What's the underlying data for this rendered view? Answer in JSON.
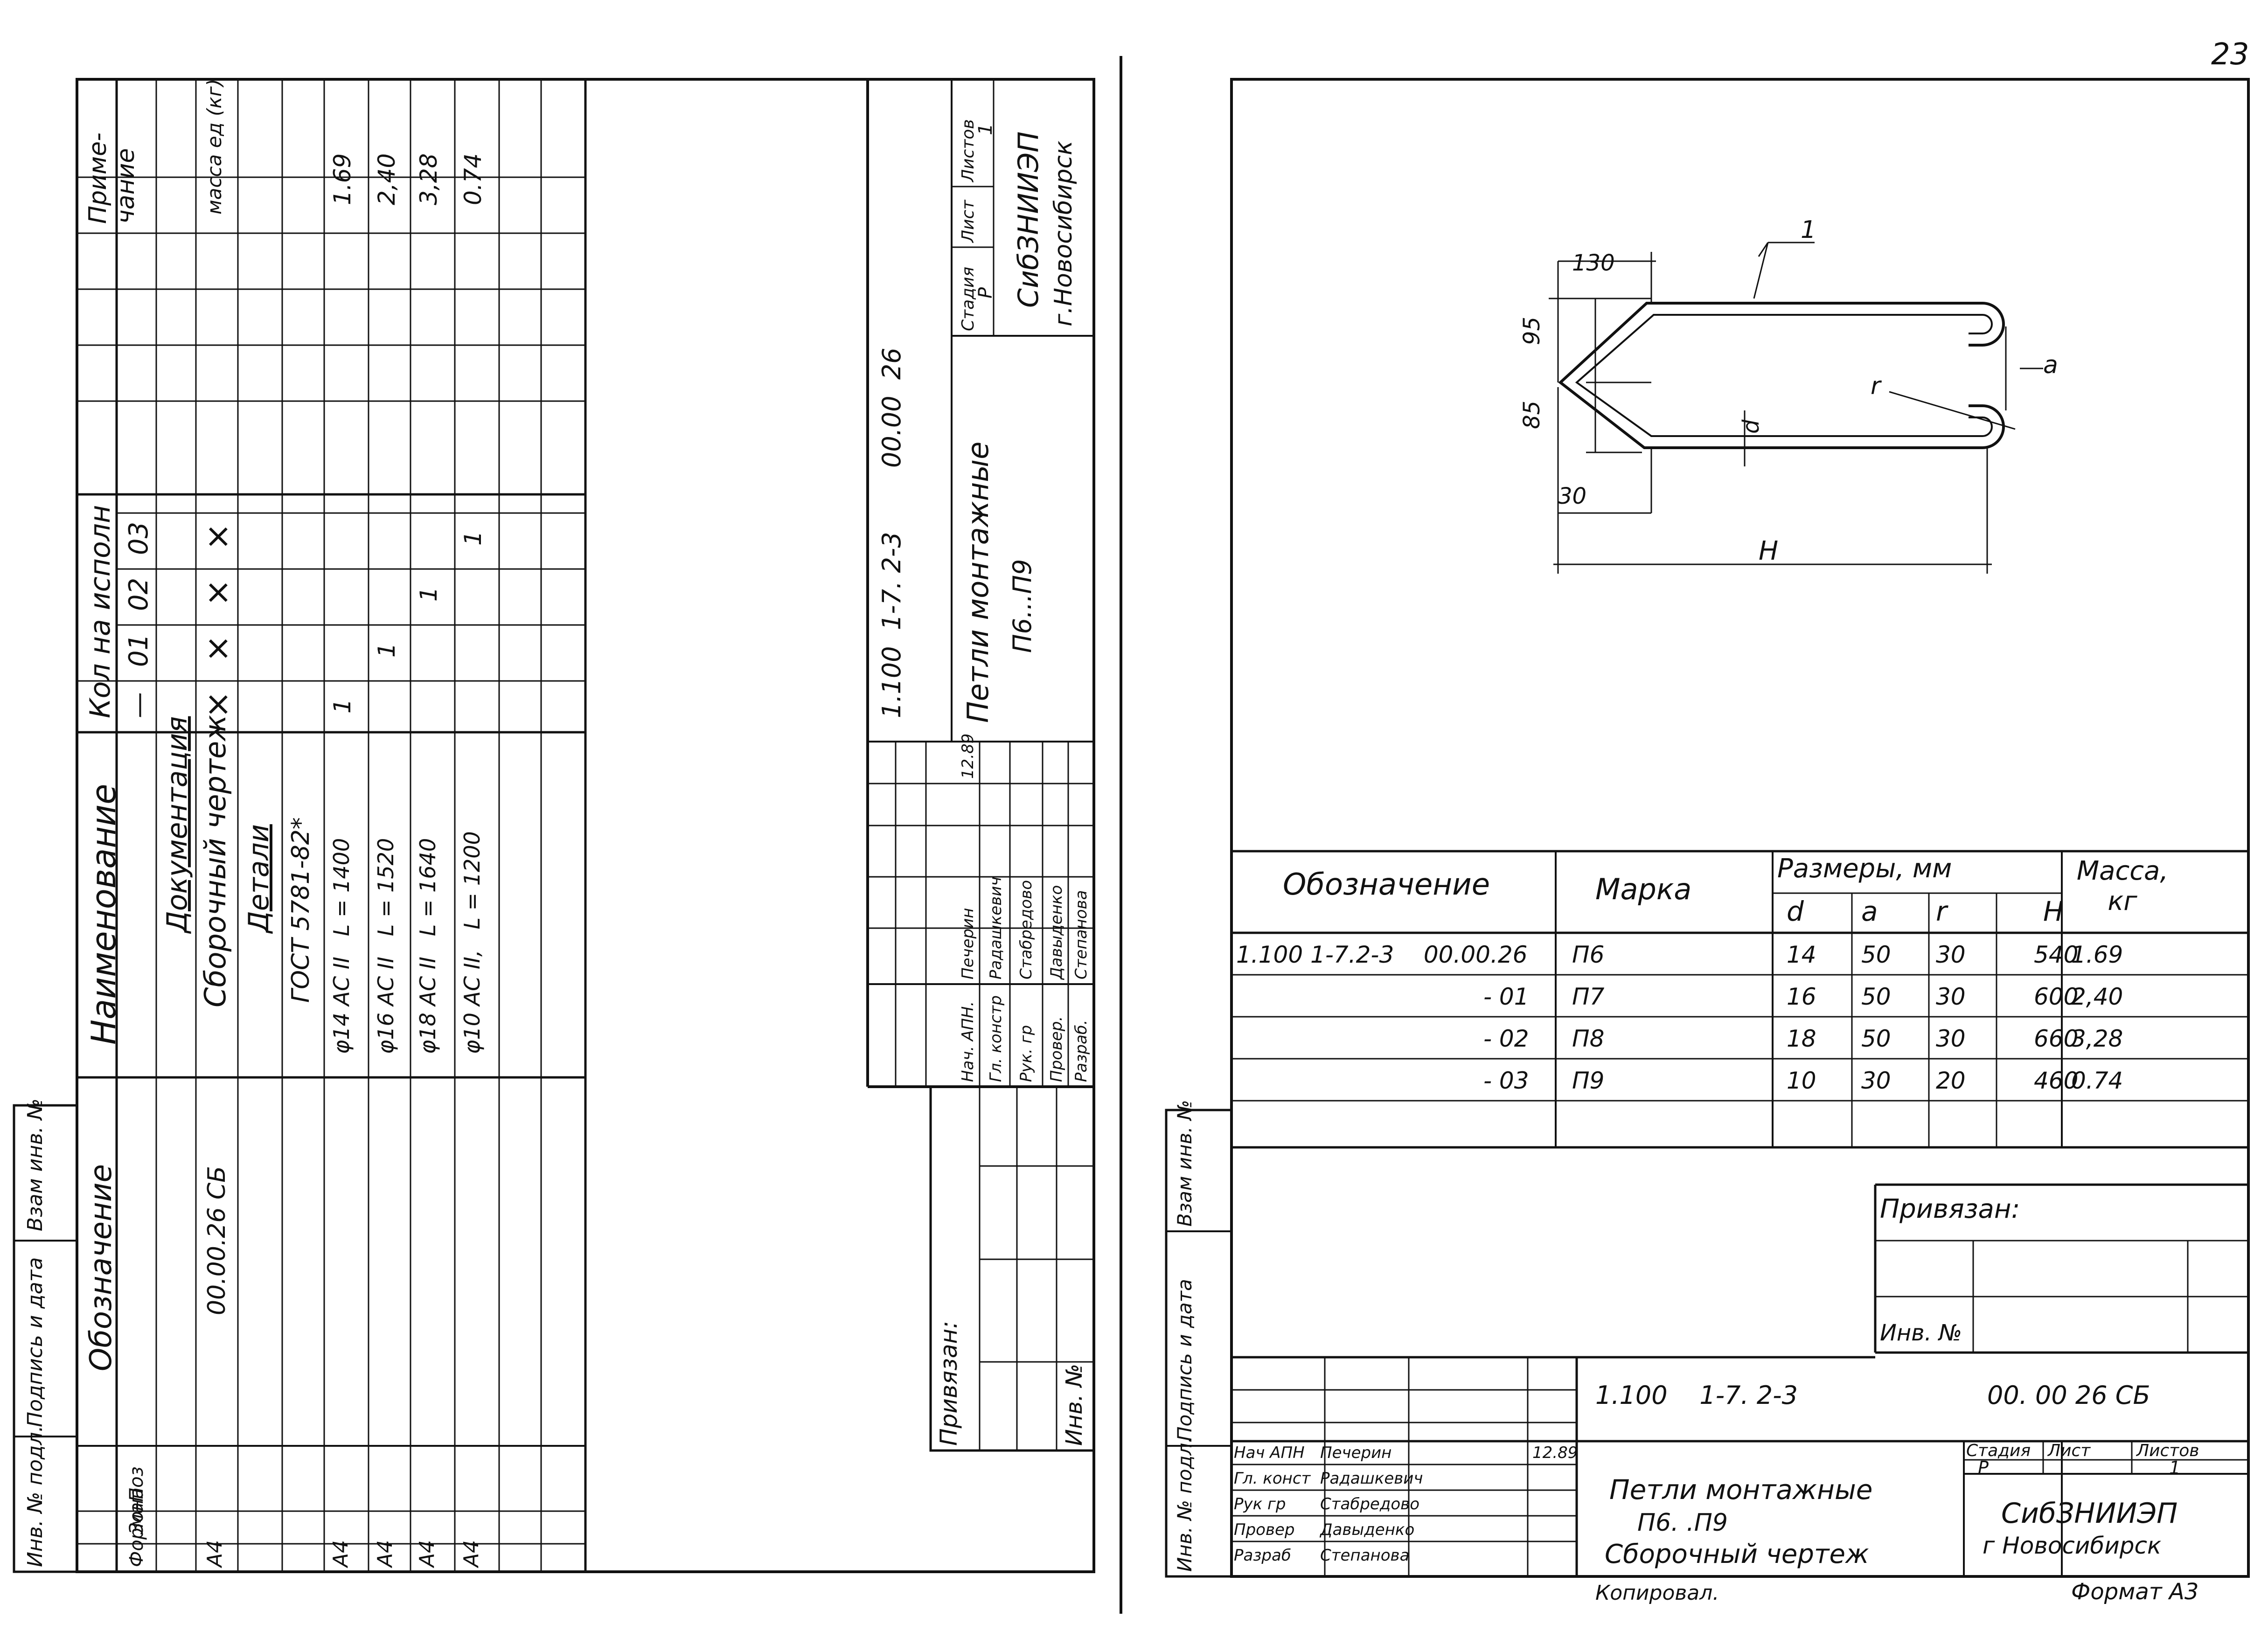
{
  "page_number": "23",
  "left_sheet": {
    "spec_headers": {
      "format": "Формат",
      "zone": "Зона",
      "pos": "Поз",
      "designation": "Обозначение",
      "name": "Наименование",
      "qty_header": "Кол на исполн",
      "variants": [
        "—",
        "01",
        "02",
        "03"
      ],
      "note": "Приме-чание"
    },
    "spec_rows": [
      {
        "fmt": "",
        "designation": "",
        "name": "Документация",
        "underline": true,
        "qty": [
          "",
          "",
          "",
          ""
        ],
        "note": "масса ед (кг)"
      },
      {
        "fmt": "А4",
        "designation": "00.00.26 СБ",
        "name": "Сборочный чертеж",
        "underline": false,
        "qty": [
          "×",
          "×",
          "×",
          "×"
        ],
        "note": ""
      },
      {
        "fmt": "",
        "designation": "",
        "name": "Детали",
        "underline": true,
        "qty": [
          "",
          "",
          "",
          ""
        ],
        "note": ""
      },
      {
        "fmt": "",
        "designation": "",
        "name": "ГОСТ 5781-82*",
        "underline": false,
        "qty": [
          "",
          "",
          "",
          ""
        ],
        "note": ""
      },
      {
        "fmt": "А4",
        "designation": "",
        "name": "φ14 АС II   L = 1400",
        "underline": false,
        "qty": [
          "1",
          "",
          "",
          ""
        ],
        "note": "1.69"
      },
      {
        "fmt": "А4",
        "designation": "",
        "name": "φ16 АС II   L = 1520",
        "underline": false,
        "qty": [
          "",
          "1",
          "",
          ""
        ],
        "note": "2,40"
      },
      {
        "fmt": "А4",
        "designation": "",
        "name": "φ18 АС II   L = 1640",
        "underline": false,
        "qty": [
          "",
          "",
          "1",
          ""
        ],
        "note": "3,28"
      },
      {
        "fmt": "А4",
        "designation": "",
        "name": "φ10 АС II,   L = 1200",
        "underline": false,
        "qty": [
          "",
          "",
          "",
          "1"
        ],
        "note": "0.74"
      }
    ],
    "stamp_code": "1.100  1-7. 2-3        00.00  26",
    "stamp_title": "Петли монтажные",
    "stamp_subtitle": "П6...П9",
    "stamp_stage_headers": [
      "Стадия",
      "Лист",
      "Листов"
    ],
    "stamp_stage_values": [
      "Р",
      "",
      "1"
    ],
    "stamp_org": "СибЗНИИЭП",
    "stamp_city": "г.Новосибирск",
    "signers": [
      {
        "role": "Нач. АПН.",
        "name": "Печерин",
        "date": "12.89"
      },
      {
        "role": "Гл. констр",
        "name": "Радашкевич",
        "date": ""
      },
      {
        "role": "Рук. гр",
        "name": "Стабредово",
        "date": ""
      },
      {
        "role": "Провер.",
        "name": "Давыденко",
        "date": ""
      },
      {
        "role": "Разраб.",
        "name": "Степанова",
        "date": ""
      }
    ],
    "privyazan": "Привязан:",
    "inv_no": "Инв. №"
  },
  "side_strip": {
    "labels": [
      "Инв. № подл.",
      "Подпись и дата",
      "Взам инв. №"
    ]
  },
  "drawing": {
    "dims": {
      "d130": "130",
      "d95": "95",
      "d85": "85",
      "d30": "30",
      "H": "H",
      "d": "d",
      "a": "a",
      "r": "r",
      "pos1": "1"
    }
  },
  "table": {
    "headers": {
      "designation": "Обозначение",
      "mark": "Марка",
      "sizes": "Размеры, мм",
      "mass": "Масса, кг",
      "cols": [
        "d",
        "a",
        "r",
        "H"
      ]
    },
    "rows": [
      {
        "designation": "1.100 1-7.2-3    00.00.26",
        "mark": "П6",
        "d": "14",
        "a": "50",
        "r": "30",
        "H": "540",
        "mass": "1.69"
      },
      {
        "designation": "- 01",
        "mark": "П7",
        "d": "16",
        "a": "50",
        "r": "30",
        "H": "600",
        "mass": "2,40"
      },
      {
        "designation": "- 02",
        "mark": "П8",
        "d": "18",
        "a": "50",
        "r": "30",
        "H": "660",
        "mass": "3,28"
      },
      {
        "designation": "- 03",
        "mark": "П9",
        "d": "10",
        "a": "30",
        "r": "20",
        "H": "460",
        "mass": "0.74"
      }
    ]
  },
  "right_stamp": {
    "privyazan": "Привязан:",
    "inv_no": "Инв. №",
    "code": "1.100    1-7. 2-3",
    "code_right": "00. 00 26 СБ",
    "title": "Петли монтажные",
    "subtitle": "П6. .П9",
    "doc_type": "Сборочный чертеж",
    "stage_headers": [
      "Стадия",
      "Лист",
      "Листов"
    ],
    "stage_values": [
      "Р",
      "",
      "1"
    ],
    "org": "СибЗНИИЭП",
    "city": "г Новосибирск",
    "signers": [
      {
        "role": "Нач АПН",
        "name": "Печерин",
        "date": "12.89"
      },
      {
        "role": "Гл. конст",
        "name": "Радашкевич",
        "date": ""
      },
      {
        "role": "Рук гр",
        "name": "Стабредово",
        "date": ""
      },
      {
        "role": "Провер",
        "name": "Давыденко",
        "date": ""
      },
      {
        "role": "Разраб",
        "name": "Степанова",
        "date": ""
      }
    ]
  },
  "footer": {
    "copied": "Копировал.",
    "format": "Формат А3"
  }
}
